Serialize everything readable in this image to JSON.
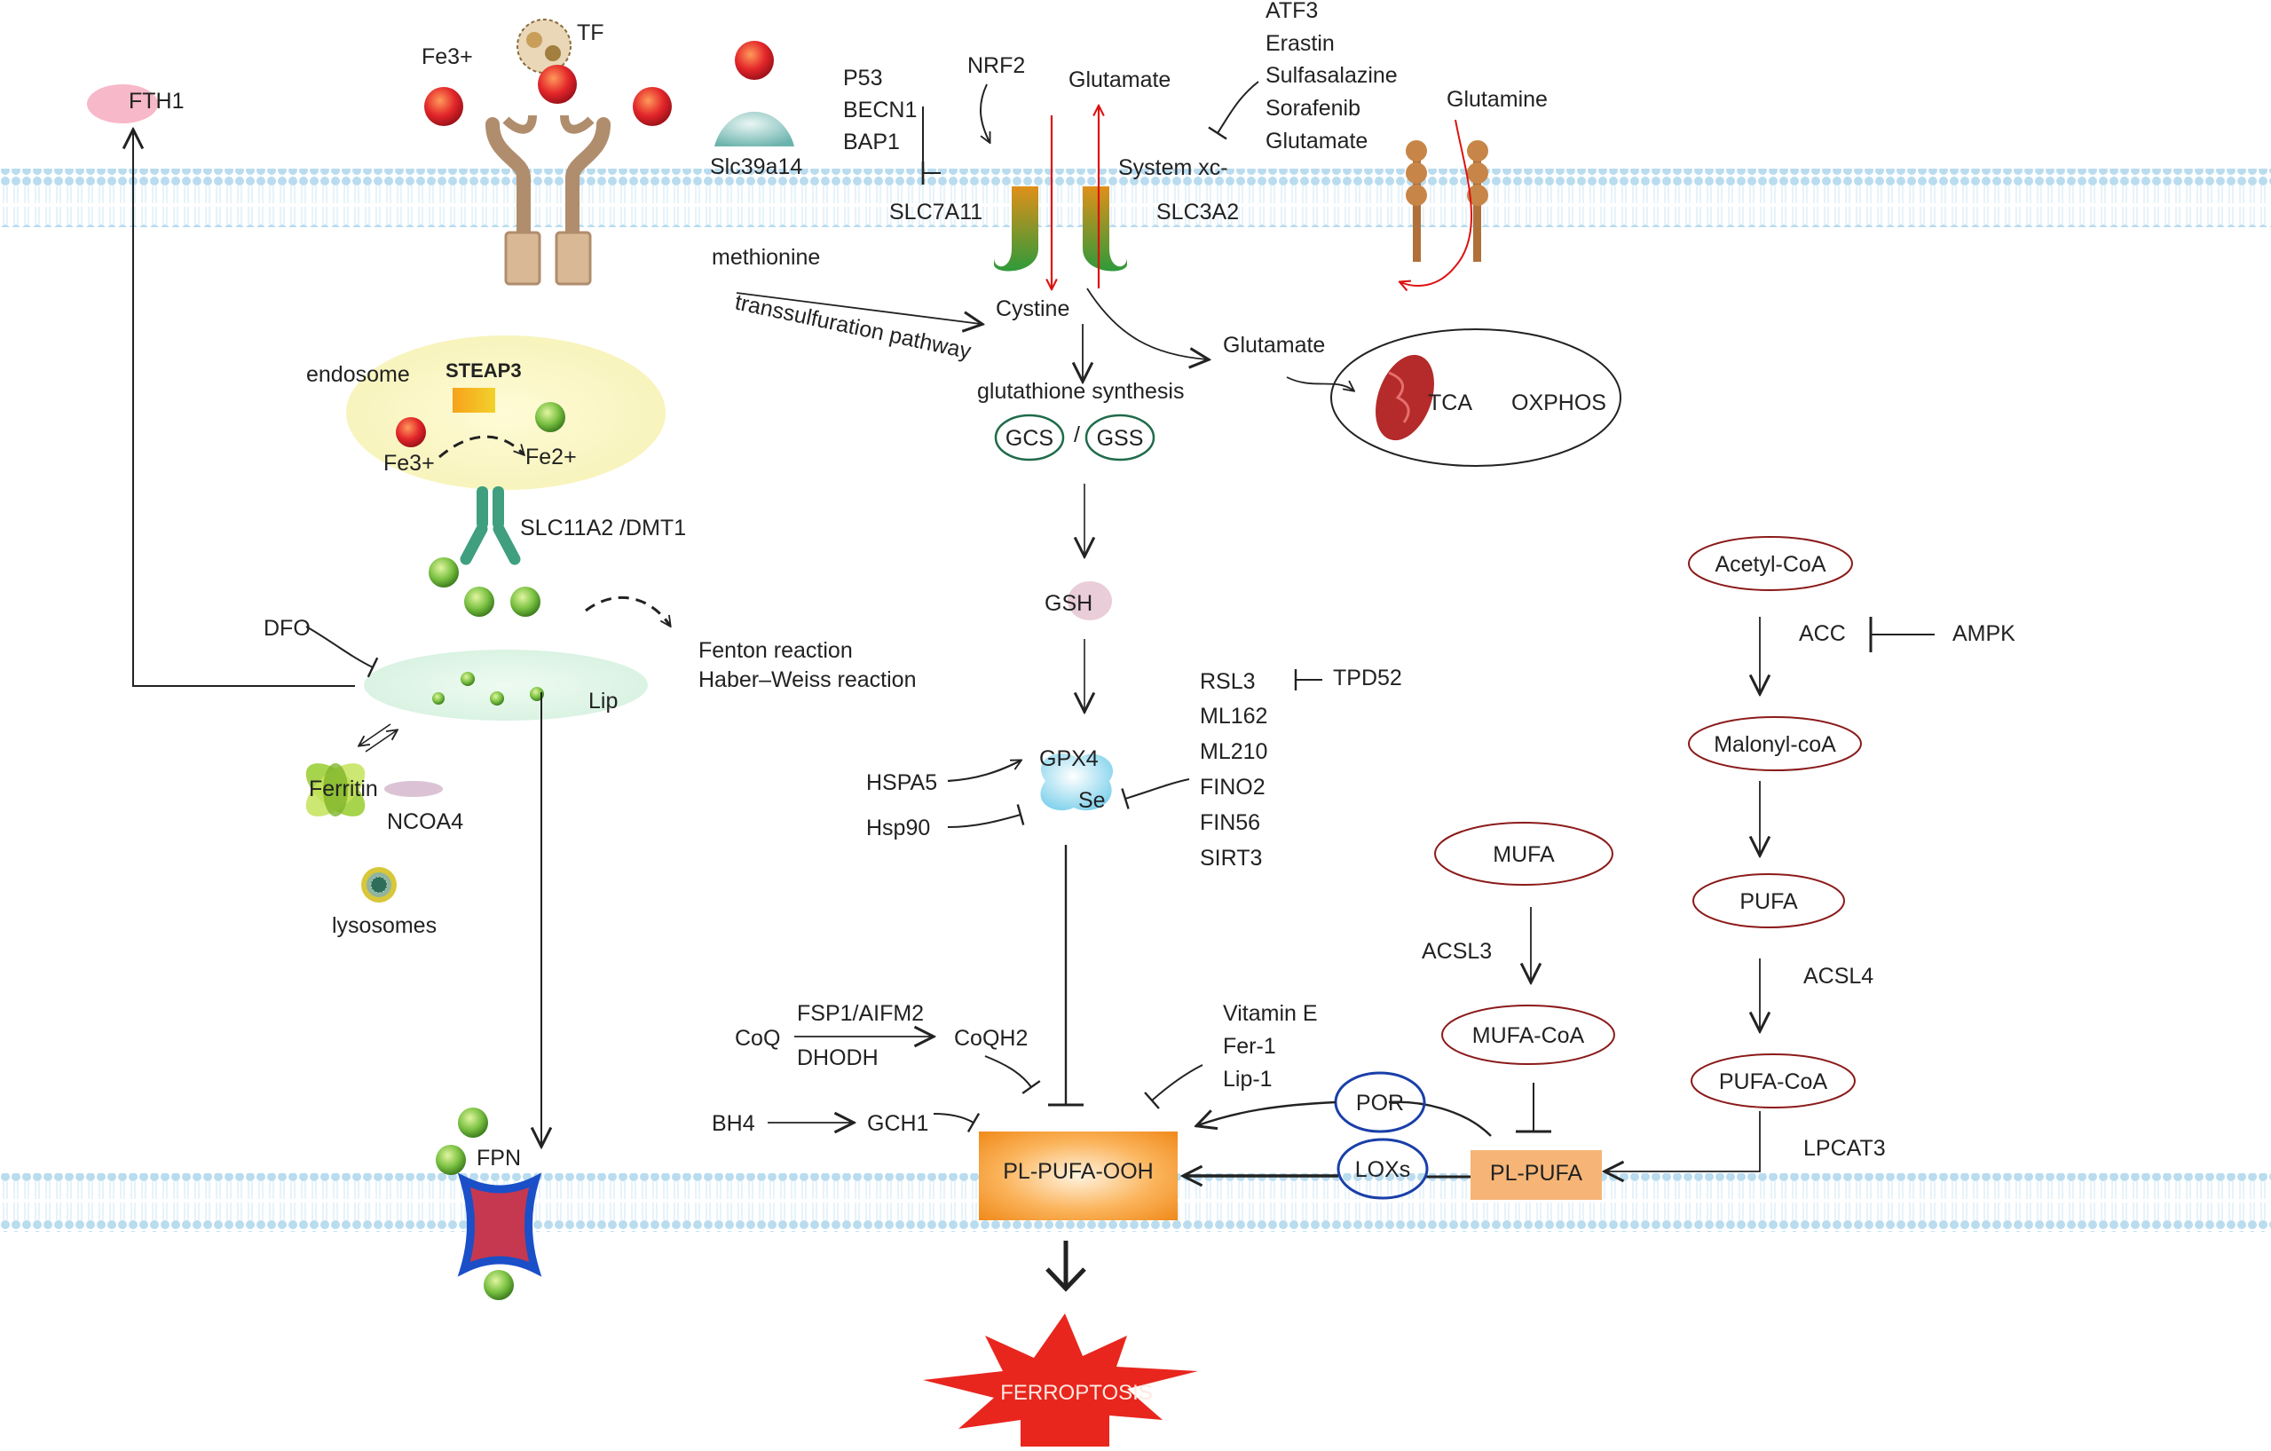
{
  "iron": {
    "fe3_label": "Fe3+",
    "tf_label": "TF",
    "fth1_label": "FTH1",
    "slc39a14_label": "Slc39a14",
    "endosome_label": "endosome",
    "steap3_label": "STEAP3",
    "fe3_endo_label": "Fe3+",
    "fe2_endo_label": "Fe2+",
    "dmt1_label": "SLC11A2 /DMT1",
    "dfo_label": "DFO",
    "lip_label": "Lip",
    "fenton_label": "Fenton reaction",
    "haber_label": "Haber–Weiss  reaction",
    "ferritin_label": "Ferritin",
    "ncoa4_label": "NCOA4",
    "lysosomes_label": "lysosomes",
    "fpn_label": "FPN"
  },
  "cystine": {
    "p53": "P53",
    "becn1": "BECN1",
    "bap1": "BAP1",
    "nrf2": "NRF2",
    "glutamate_top": "Glutamate",
    "atf3": "ATF3",
    "erastin": "Erastin",
    "sulfasalazine": "Sulfasalazine",
    "sorafenib": "Sorafenib",
    "glutamate_inh": "Glutamate",
    "glutamine": "Glutamine",
    "system_xc": "System xc-",
    "slc7a11": "SLC7A11",
    "slc3a2": "SLC3A2",
    "methionine": "methionine",
    "transsulfuration": "transsulfuration pathway",
    "cystine": "Cystine",
    "glutamate_mid": "Glutamate",
    "gsh_synthesis": "glutathione synthesis",
    "gcs": "GCS",
    "slash": "/",
    "gss": "GSS",
    "tca": "TCA",
    "oxphos": "OXPHOS",
    "gsh": "GSH"
  },
  "gpx4": {
    "rsl3": "RSL3",
    "tpd52": "TPD52",
    "ml162": "ML162",
    "ml210": "ML210",
    "fino2": "FINO2",
    "fin56": "FIN56",
    "sirt3": "SIRT3",
    "gpx4_label": "GPX4",
    "se_label": "Se",
    "hspa5": "HSPA5",
    "hsp90": "Hsp90"
  },
  "coq": {
    "coq": "CoQ",
    "fsp1": "FSP1/AIFM2",
    "dhodh": "DHODH",
    "coqh2": "CoQH2",
    "bh4": "BH4",
    "gch1": "GCH1",
    "vitamin_e": "Vitamin E",
    "fer1": "Fer-1",
    "lip1": "Lip-1"
  },
  "lipid": {
    "acetyl_coa": "Acetyl-CoA",
    "acc": "ACC",
    "ampk": "AMPK",
    "malonyl_coa": "Malonyl-coA",
    "pufa": "PUFA",
    "acsl4": "ACSL4",
    "pufa_coa": "PUFA-CoA",
    "lpcat3": "LPCAT3",
    "mufa": "MUFA",
    "acsl3": "ACSL3",
    "mufa_coa": "MUFA-CoA",
    "pl_pufa": "PL-PUFA",
    "por": "POR",
    "loxs": "LOXs",
    "pl_pufa_ooh": "PL-PUFA-OOH"
  },
  "outcome": {
    "ferroptosis": "FERROPTOSIS"
  },
  "colors": {
    "iron_red": "#e3262a",
    "iron_green": "#7ac142",
    "membrane": "#b9dcef",
    "enzyme_oval": "#8b1a1a",
    "gcs_oval": "#1f6b4a",
    "por_loxs": "#1a3fa8",
    "orange_box": "#f7a24b",
    "ferroptosis": "#e8261e"
  }
}
